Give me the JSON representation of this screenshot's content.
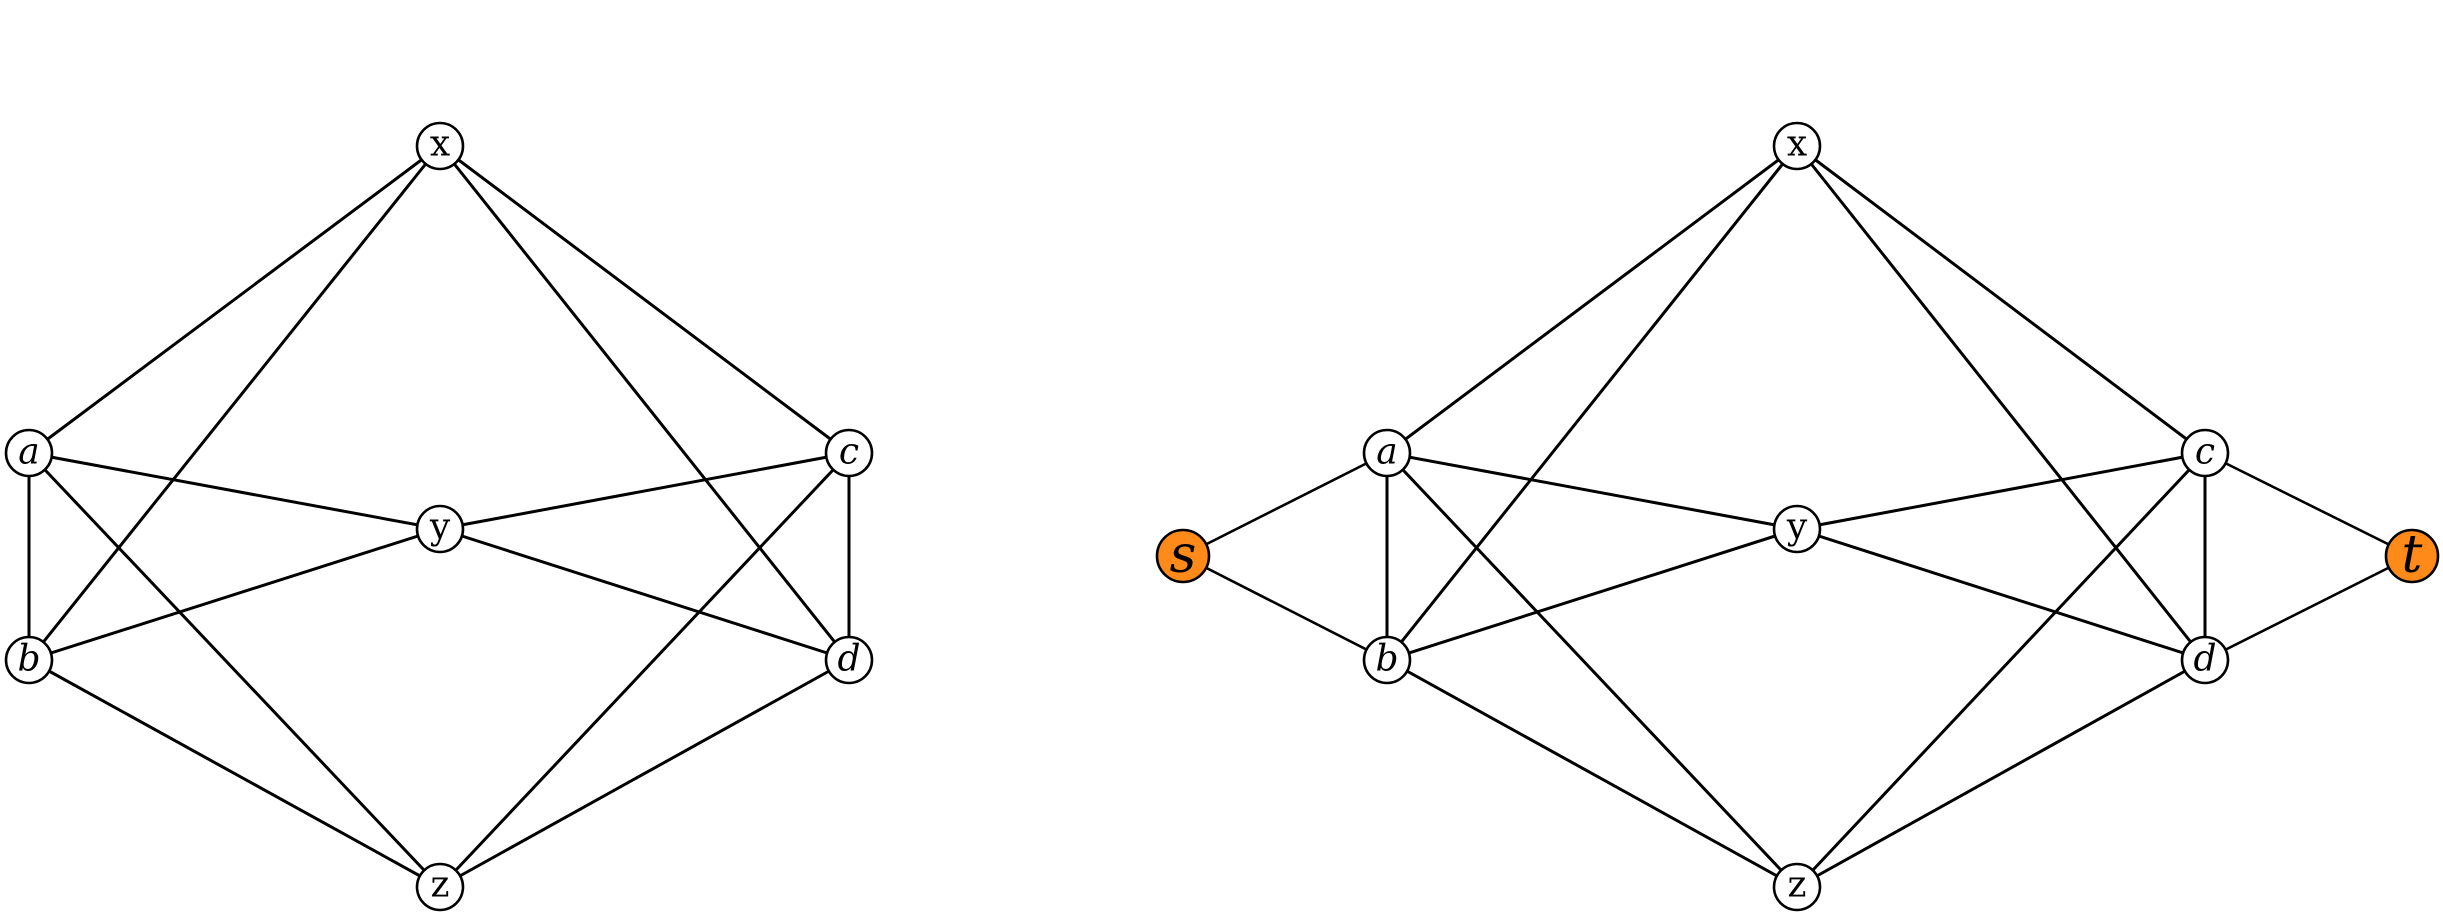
{
  "colors": {
    "edge": "#000000",
    "highlight_edge": "#ee2222",
    "node_fill": "#ffffff",
    "terminal_fill": "#ff8a1a",
    "node_stroke": "#000000"
  },
  "graphs": [
    {
      "id": "left",
      "nodes": [
        {
          "id": "x",
          "label": "x",
          "italic": false,
          "terminal": false
        },
        {
          "id": "a",
          "label": "a",
          "italic": true,
          "terminal": false
        },
        {
          "id": "c",
          "label": "c",
          "italic": true,
          "terminal": false
        },
        {
          "id": "y",
          "label": "y",
          "italic": false,
          "terminal": false
        },
        {
          "id": "b",
          "label": "b",
          "italic": true,
          "terminal": false
        },
        {
          "id": "d",
          "label": "d",
          "italic": true,
          "terminal": false
        },
        {
          "id": "z",
          "label": "z",
          "italic": false,
          "terminal": false
        }
      ],
      "edges": [
        {
          "from": "x",
          "to": "a"
        },
        {
          "from": "x",
          "to": "b"
        },
        {
          "from": "x",
          "to": "c"
        },
        {
          "from": "x",
          "to": "d"
        },
        {
          "from": "a",
          "to": "y"
        },
        {
          "from": "a",
          "to": "b"
        },
        {
          "from": "a",
          "to": "z"
        },
        {
          "from": "c",
          "to": "y"
        },
        {
          "from": "c",
          "to": "d"
        },
        {
          "from": "c",
          "to": "z"
        },
        {
          "from": "y",
          "to": "b"
        },
        {
          "from": "y",
          "to": "d"
        },
        {
          "from": "b",
          "to": "z"
        },
        {
          "from": "d",
          "to": "z"
        }
      ]
    },
    {
      "id": "right",
      "nodes": [
        {
          "id": "x",
          "label": "x",
          "italic": false,
          "terminal": false
        },
        {
          "id": "a",
          "label": "a",
          "italic": true,
          "terminal": false
        },
        {
          "id": "c",
          "label": "c",
          "italic": true,
          "terminal": false
        },
        {
          "id": "y",
          "label": "y",
          "italic": false,
          "terminal": false
        },
        {
          "id": "b",
          "label": "b",
          "italic": true,
          "terminal": false
        },
        {
          "id": "d",
          "label": "d",
          "italic": true,
          "terminal": false
        },
        {
          "id": "z",
          "label": "z",
          "italic": false,
          "terminal": false
        },
        {
          "id": "s",
          "label": "s",
          "italic": true,
          "terminal": true
        },
        {
          "id": "t",
          "label": "t",
          "italic": true,
          "terminal": true
        }
      ],
      "edges": [
        {
          "from": "x",
          "to": "a"
        },
        {
          "from": "x",
          "to": "b"
        },
        {
          "from": "x",
          "to": "c"
        },
        {
          "from": "x",
          "to": "d"
        },
        {
          "from": "a",
          "to": "y"
        },
        {
          "from": "a",
          "to": "b"
        },
        {
          "from": "a",
          "to": "z"
        },
        {
          "from": "c",
          "to": "y"
        },
        {
          "from": "c",
          "to": "d"
        },
        {
          "from": "c",
          "to": "z"
        },
        {
          "from": "y",
          "to": "b"
        },
        {
          "from": "y",
          "to": "d"
        },
        {
          "from": "b",
          "to": "z"
        },
        {
          "from": "d",
          "to": "z"
        },
        {
          "from": "s",
          "to": "a",
          "highlight": true
        },
        {
          "from": "s",
          "to": "b",
          "highlight": true
        },
        {
          "from": "c",
          "to": "t",
          "highlight": true
        },
        {
          "from": "d",
          "to": "t",
          "highlight": true
        }
      ]
    }
  ]
}
